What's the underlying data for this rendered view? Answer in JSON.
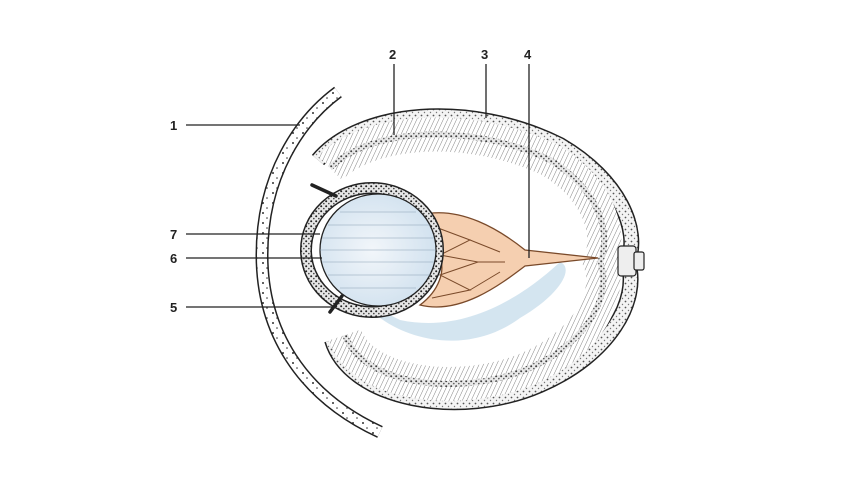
{
  "diagram": {
    "callouts": [
      {
        "id": "1",
        "label": "1"
      },
      {
        "id": "2",
        "label": "2"
      },
      {
        "id": "3",
        "label": "3"
      },
      {
        "id": "4",
        "label": "4"
      },
      {
        "id": "5",
        "label": "5"
      },
      {
        "id": "6",
        "label": "6"
      },
      {
        "id": "7",
        "label": "7"
      }
    ],
    "colors": {
      "ink": "#222222",
      "lens_fill": "#e6eef6",
      "lens_fill_light": "#f2f6fa",
      "vitreous_blue": "#cfe2ee",
      "pecten_fill": "#f5cfb0",
      "pecten_stroke": "#7a4a2a",
      "retina_band": "#d9d9d9"
    }
  }
}
